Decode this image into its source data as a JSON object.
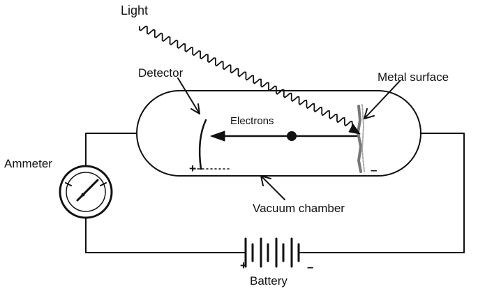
{
  "labels": {
    "light": "Light",
    "detector": "Detector",
    "metal_surface": "Metal surface",
    "electrons": "Electrons",
    "ammeter": "Ammeter",
    "vacuum_chamber": "Vacuum chamber",
    "battery": "Battery"
  },
  "signs": {
    "chamber_plus": "+",
    "chamber_minus": "–",
    "battery_plus": "+",
    "battery_minus": "–"
  }
}
